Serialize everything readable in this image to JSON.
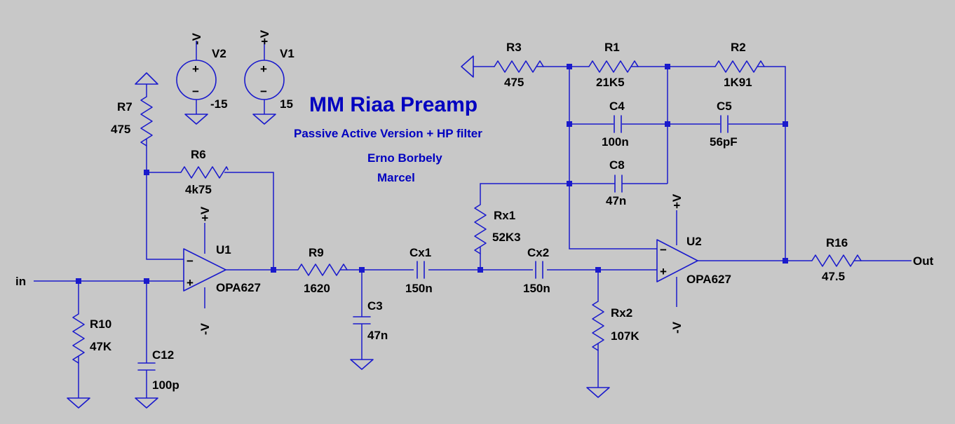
{
  "title": "MM Riaa Preamp",
  "subtitle": "Passive Active Version + HP filter",
  "authors": [
    "Erno Borbely",
    "Marcel"
  ],
  "colors": {
    "background": "#c8c8c8",
    "wire": "#1a1acc",
    "title": "#0000c0",
    "text": "#000000"
  },
  "ports": {
    "in": "in",
    "out": "Out"
  },
  "components": {
    "R1": {
      "ref": "R1",
      "value": "21K5"
    },
    "R2": {
      "ref": "R2",
      "value": "1K91"
    },
    "R3": {
      "ref": "R3",
      "value": "475"
    },
    "R6": {
      "ref": "R6",
      "value": "4k75"
    },
    "R7": {
      "ref": "R7",
      "value": "475"
    },
    "R9": {
      "ref": "R9",
      "value": "1620"
    },
    "R10": {
      "ref": "R10",
      "value": "47K"
    },
    "R16": {
      "ref": "R16",
      "value": "47.5"
    },
    "Rx1": {
      "ref": "Rx1",
      "value": "52K3"
    },
    "Rx2": {
      "ref": "Rx2",
      "value": "107K"
    },
    "C3": {
      "ref": "C3",
      "value": "47n"
    },
    "C4": {
      "ref": "C4",
      "value": "100n"
    },
    "C5": {
      "ref": "C5",
      "value": "56pF"
    },
    "C8": {
      "ref": "C8",
      "value": "47n"
    },
    "C12": {
      "ref": "C12",
      "value": "100p"
    },
    "Cx1": {
      "ref": "Cx1",
      "value": "150n"
    },
    "Cx2": {
      "ref": "Cx2",
      "value": "150n"
    },
    "V1": {
      "ref": "V1",
      "value": "15",
      "net": "+V"
    },
    "V2": {
      "ref": "V2",
      "value": "-15",
      "net": "-V"
    },
    "U1": {
      "ref": "U1",
      "part": "OPA627",
      "pos": "+V",
      "neg": "-V"
    },
    "U2": {
      "ref": "U2",
      "part": "OPA627",
      "pos": "+V",
      "neg": "-V"
    }
  },
  "symbols": {
    "plus": "+",
    "minus": "−"
  }
}
